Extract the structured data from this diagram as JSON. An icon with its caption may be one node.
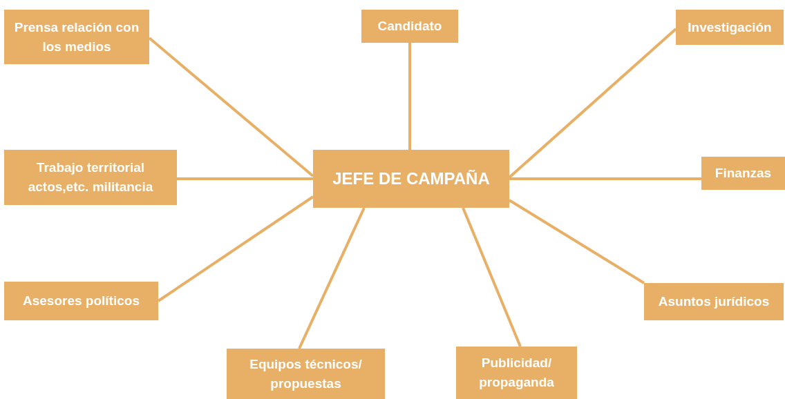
{
  "diagram": {
    "nodes": [
      {
        "text": [
          "JEFE DE CAMPAÑA"
        ]
      },
      {
        "text": [
          "Prensa relación con los medios"
        ]
      },
      {
        "text": [
          "Candidato"
        ]
      },
      {
        "text": [
          "Investigación"
        ]
      },
      {
        "text": [
          "Trabajo territorial actos,etc. militancia"
        ]
      },
      {
        "text": [
          "Finanzas"
        ]
      },
      {
        "text": [
          "Asesores políticos"
        ]
      },
      {
        "text": [
          "Equipos técnicos/ propuestas"
        ]
      },
      {
        "text": [
          "Publicidad/ propaganda"
        ]
      },
      {
        "text": [
          "Asuntos jurídicos"
        ]
      }
    ],
    "edges": [
      {
        "from": 0,
        "to": 1,
        "arrow": "none"
      },
      {
        "from": 0,
        "to": 2,
        "arrow": "none"
      },
      {
        "from": 0,
        "to": 3,
        "arrow": "none"
      },
      {
        "from": 0,
        "to": 4,
        "arrow": "none"
      },
      {
        "from": 0,
        "to": 5,
        "arrow": "none"
      },
      {
        "from": 0,
        "to": 6,
        "arrow": "none"
      },
      {
        "from": 0,
        "to": 7,
        "arrow": "none"
      },
      {
        "from": 0,
        "to": 8,
        "arrow": "none"
      },
      {
        "from": 0,
        "to": 9,
        "arrow": "none"
      }
    ]
  }
}
